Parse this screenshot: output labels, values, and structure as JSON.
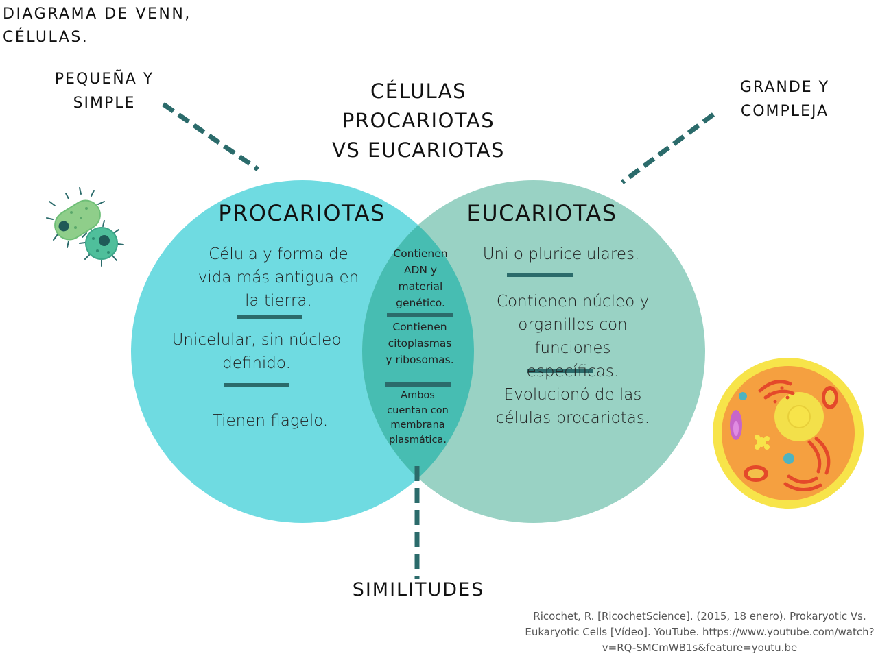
{
  "header": {
    "top_title": "DIAGRAMA DE VENN,\nCÉLULAS.",
    "main_title": "CÉLULAS\nPROCARIOTAS\nVS EUCARIOTAS",
    "label_left": "PEQUEÑA Y\nSIMPLE",
    "label_right": "GRANDE Y\nCOMPLEJA"
  },
  "prokaryotes": {
    "heading": "PROCARIOTAS",
    "items": [
      "Célula y forma de vida más antigua en la tierra.",
      "Unicelular, sin núcleo definido.",
      "Tienen flagelo."
    ]
  },
  "eukaryotes": {
    "heading": "EUCARIOTAS",
    "items": [
      "Uni o pluricelulares.",
      "Contienen núcleo y organillos con funciones específicas.",
      "Evolucionó de las células procariotas."
    ]
  },
  "similarities": {
    "label": "SIMILITUDES",
    "items": [
      "Contienen ADN y material genético.",
      "Contienen citoplasmas y ribosomas.",
      "Ambos cuentan con membrana plasmática."
    ]
  },
  "colors": {
    "prokaryote_circle": "#5fd8df",
    "eukaryote_circle": "#8ccfbe",
    "overlap": "#4cbfb3",
    "accent_line": "#2b6b6b"
  },
  "icons": {
    "left": "bacteria-icon",
    "right": "animal-cell-icon"
  },
  "citation": "Ricochet, R. [RicochetScience]. (2015, 18 enero). Prokaryotic Vs.\nEukaryotic Cells [Vídeo]. YouTube. https://www.youtube.com/watch?\nv=RQ-SMCmWB1s&feature=youtu.be"
}
